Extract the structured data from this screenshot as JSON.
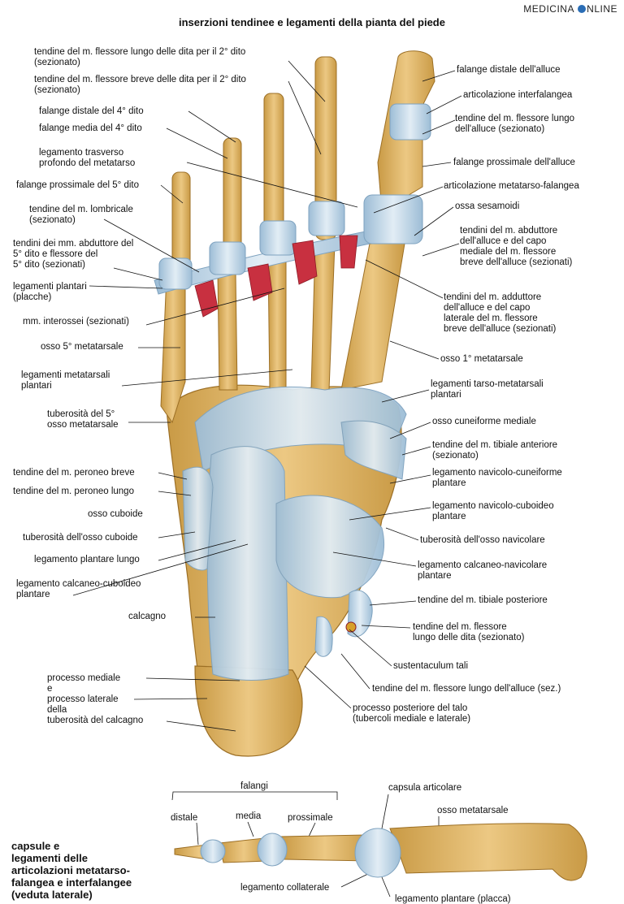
{
  "title": "inserzioni tendinee e legamenti della pianta del piede",
  "brand": {
    "prefix": "MEDICINA",
    "suffix": "NLINE"
  },
  "labels_left": [
    "tendine del m. flessore lungo delle dita per il 2° dito\n(sezionato)",
    "tendine del m. flessore breve delle dita per il 2° dito\n(sezionato)",
    "falange distale del 4° dito",
    "falange media del 4° dito",
    "legamento trasverso\nprofondo del metatarso",
    "falange prossimale del 5° dito",
    "tendine del m. lombricale\n(sezionato)",
    "tendini dei mm. abduttore del\n5° dito e flessore del\n5° dito (sezionati)",
    "legamenti plantari\n(placche)",
    "mm. interossei (sezionati)",
    "osso 5° metatarsale",
    "legamenti metatarsali\nplantari",
    "tuberosità del 5°\nosso metatarsale",
    "tendine del m. peroneo breve",
    "tendine del m. peroneo lungo",
    "osso cuboide",
    "tuberosità dell'osso cuboide",
    "legamento plantare lungo",
    "legamento calcaneo-cuboideo\nplantare",
    "calcagno",
    "processo mediale\ne\nprocesso laterale\ndella\ntuberosità del calcagno"
  ],
  "labels_right": [
    "falange distale dell'alluce",
    "articolazione interfalangea",
    "tendine del m. flessore lungo\ndell'alluce (sezionato)",
    "falange prossimale dell'alluce",
    "articolazione metatarso-falangea",
    "ossa sesamoidi",
    "tendini del m. abduttore\ndell'alluce e del capo\nmediale del m. flessore\nbreve dell'alluce (sezionati)",
    "tendini del m. adduttore\ndell'alluce e del capo\nlaterale del m. flessore\nbreve dell'alluce (sezionati)",
    "osso 1° metatarsale",
    "legamenti tarso-metatarsali\nplantari",
    "osso cuneiforme mediale",
    "tendine del m. tibiale anteriore\n(sezionato)",
    "legamento navicolo-cuneiforme\nplantare",
    "legamento navicolo-cuboideo\nplantare",
    "tuberosità dell'osso navicolare",
    "legamento calcaneo-navicolare\nplantare",
    "tendine del m. tibiale posteriore",
    "tendine del m. flessore\nlungo delle dita (sezionato)",
    "sustentaculum tali",
    "tendine del m. flessore lungo dell'alluce (sez.)",
    "processo posteriore del talo\n(tubercoli mediale e laterale)"
  ],
  "lateral_view": {
    "caption": "capsule e\nlegamenti delle\narticolazioni metatarso-\nfalangea e interfalangee\n(veduta laterale)",
    "falangi": "falangi",
    "distale": "distale",
    "media": "media",
    "prossimale": "prossimale",
    "capsula": "capsula articolare",
    "osso_metatarsale": "osso metatarsale",
    "legamento_collaterale": "legamento collaterale",
    "legamento_plantare": "legamento plantare (placca)"
  },
  "colors": {
    "bone": "#e2b868",
    "bone_dark": "#b8852e",
    "ligament": "#a9c6dc",
    "ligament_light": "#dbe8f2",
    "muscle": "#cc3344",
    "line": "#111111"
  }
}
